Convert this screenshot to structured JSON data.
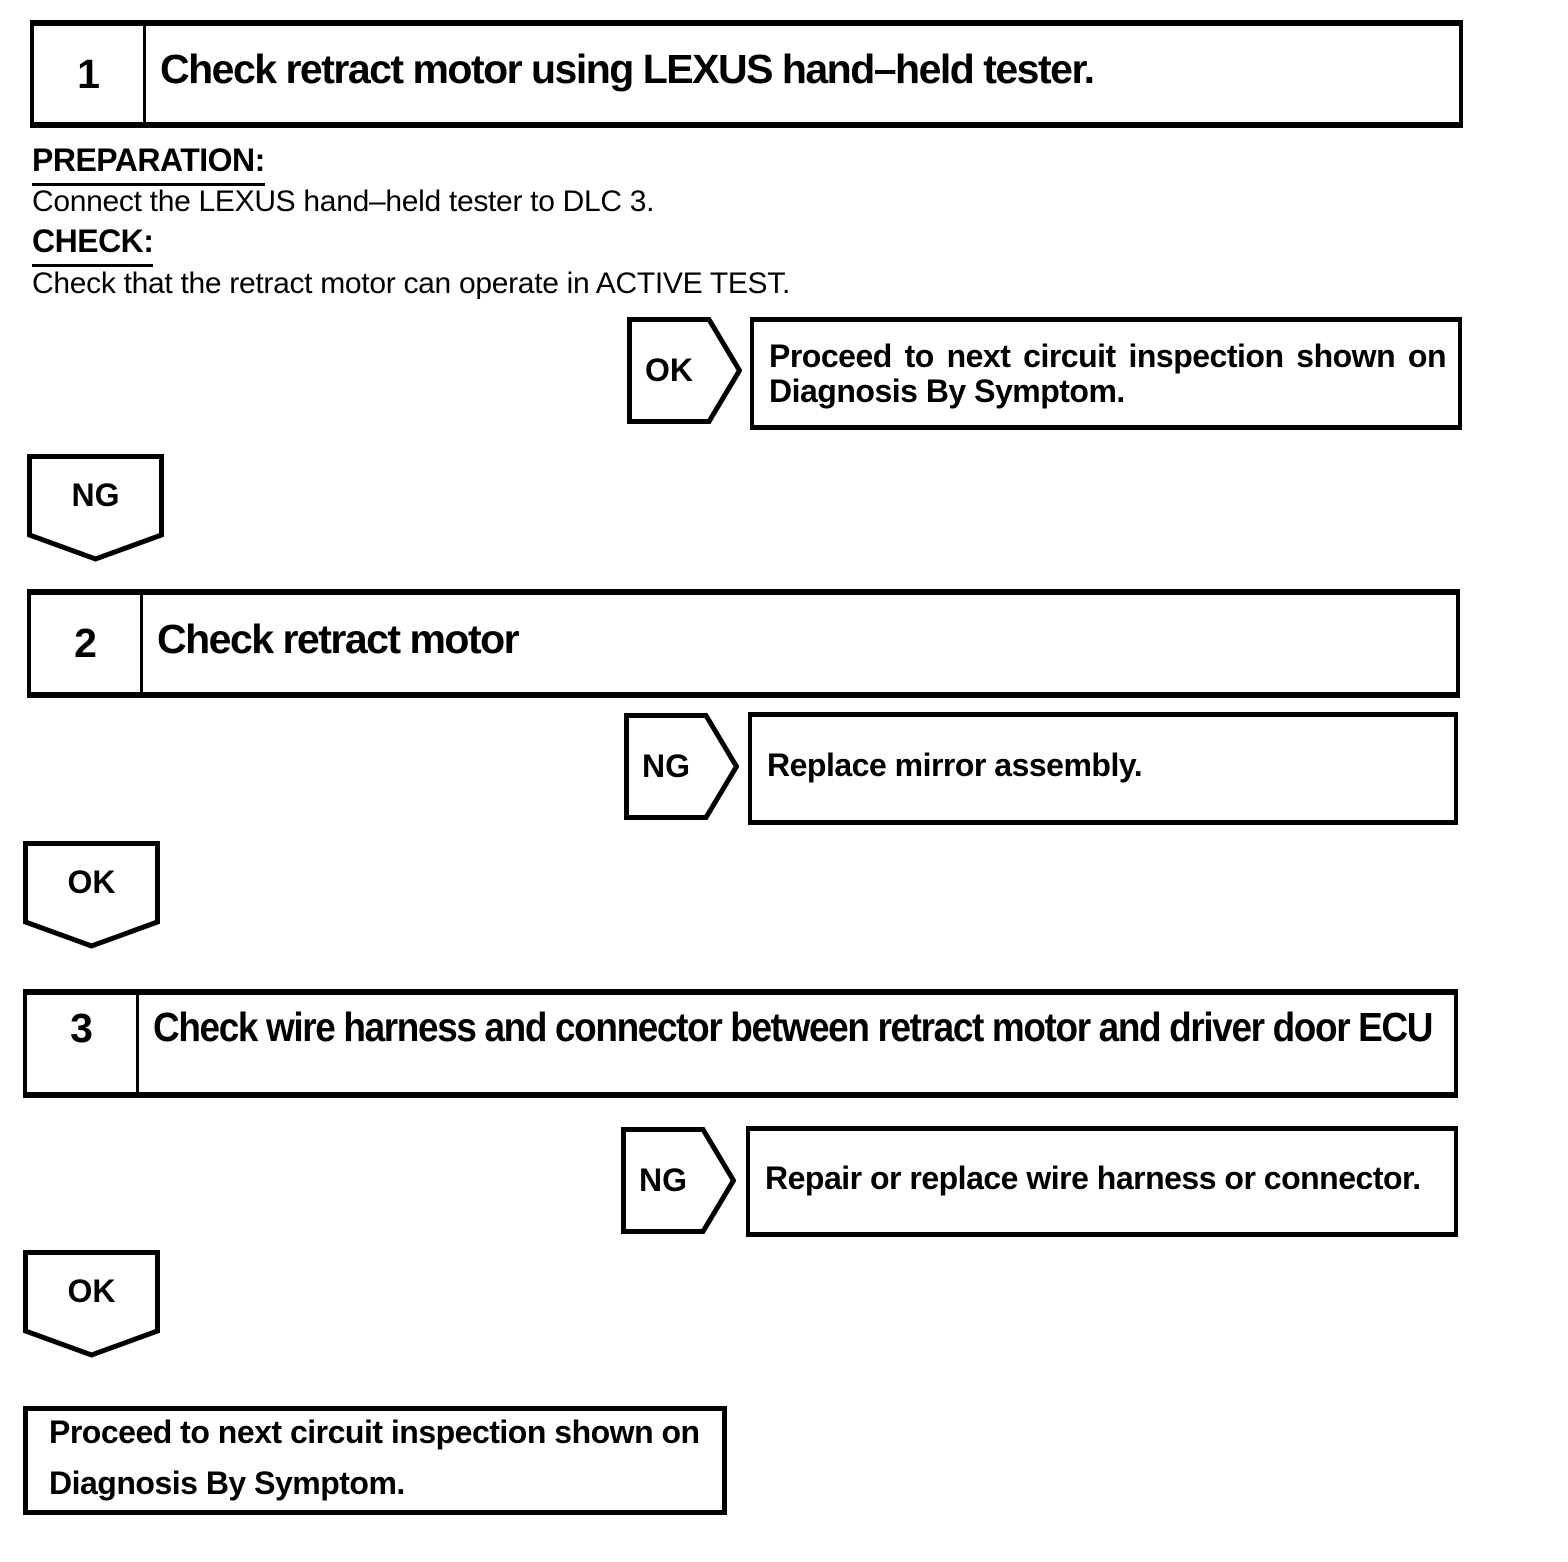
{
  "colors": {
    "paper": "#ffffff",
    "ink": "#000000"
  },
  "step1": {
    "number": "1",
    "title": "Check retract motor using LEXUS hand–held tester.",
    "preparation_label": "PREPARATION:",
    "preparation_text": "Connect the LEXUS hand–held tester to DLC 3.",
    "check_label": "CHECK:",
    "check_text": "Check that the retract motor can operate in ACTIVE TEST.",
    "ok_branch_label": "OK",
    "ok_result_line1": "Proceed to next circuit inspection shown on",
    "ok_result_line2": "Diagnosis By Symptom.",
    "down_label": "NG"
  },
  "step2": {
    "number": "2",
    "title": "Check retract motor",
    "ng_branch_label": "NG",
    "ng_result": "Replace mirror assembly.",
    "down_label": "OK"
  },
  "step3": {
    "number": "3",
    "title": "Check wire harness and connector between retract motor and driver door ECU",
    "ng_branch_label": "NG",
    "ng_result": "Repair or replace wire harness or connector.",
    "down_label": "OK"
  },
  "end": {
    "line1": "Proceed to next circuit inspection shown on",
    "line2": "Diagnosis By Symptom."
  }
}
